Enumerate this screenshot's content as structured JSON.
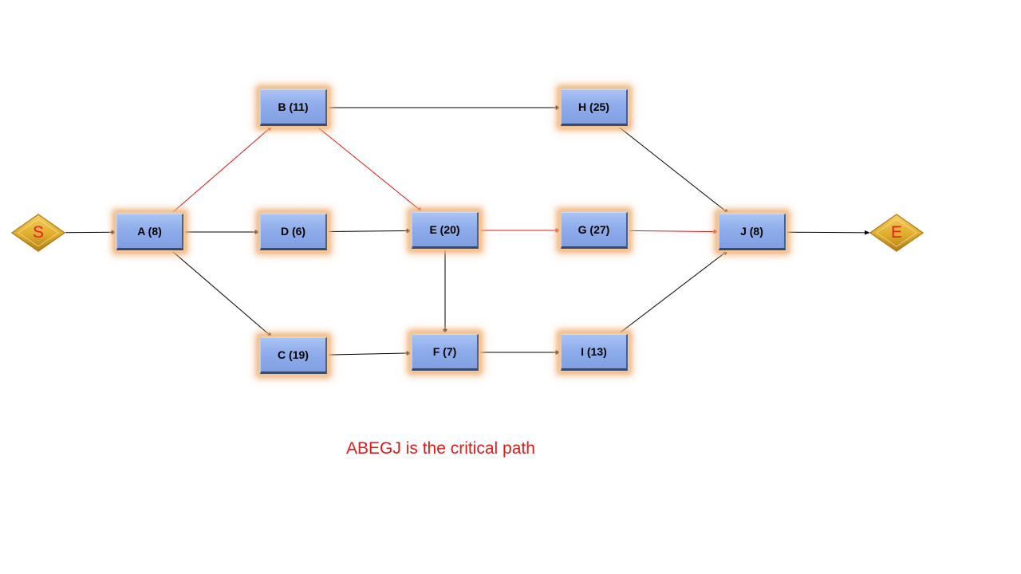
{
  "diagram": {
    "terminals": {
      "start": {
        "label": "S"
      },
      "end": {
        "label": "E"
      }
    },
    "nodes": {
      "A": {
        "label": "A (8)",
        "activity": "A",
        "duration": 8
      },
      "B": {
        "label": "B (11)",
        "activity": "B",
        "duration": 11
      },
      "C": {
        "label": "C (19)",
        "activity": "C",
        "duration": 19
      },
      "D": {
        "label": "D (6)",
        "activity": "D",
        "duration": 6
      },
      "E": {
        "label": "E (20)",
        "activity": "E",
        "duration": 20
      },
      "F": {
        "label": "F (7)",
        "activity": "F",
        "duration": 7
      },
      "G": {
        "label": "G (27)",
        "activity": "G",
        "duration": 27
      },
      "H": {
        "label": "H (25)",
        "activity": "H",
        "duration": 25
      },
      "I": {
        "label": "I (13)",
        "activity": "I",
        "duration": 13
      },
      "J": {
        "label": "J (8)",
        "activity": "J",
        "duration": 8
      }
    },
    "edges": [
      {
        "from": "S",
        "to": "A",
        "critical": false
      },
      {
        "from": "A",
        "to": "B",
        "critical": true
      },
      {
        "from": "A",
        "to": "D",
        "critical": false
      },
      {
        "from": "A",
        "to": "C",
        "critical": false
      },
      {
        "from": "B",
        "to": "H",
        "critical": false
      },
      {
        "from": "B",
        "to": "E",
        "critical": true
      },
      {
        "from": "D",
        "to": "E",
        "critical": false
      },
      {
        "from": "C",
        "to": "F",
        "critical": false
      },
      {
        "from": "E",
        "to": "G",
        "critical": true
      },
      {
        "from": "E",
        "to": "F",
        "critical": false
      },
      {
        "from": "F",
        "to": "I",
        "critical": false
      },
      {
        "from": "H",
        "to": "J",
        "critical": false
      },
      {
        "from": "G",
        "to": "J",
        "critical": true
      },
      {
        "from": "I",
        "to": "J",
        "critical": false
      },
      {
        "from": "J",
        "to": "E_end",
        "critical": false
      }
    ],
    "caption": "ABEGJ is the critical path",
    "colors": {
      "critical": "#e01818",
      "normal": "#000000",
      "node_fill": "#8fadeb",
      "node_glow": "#f0b67e",
      "terminal_fill": "#e0ac2c",
      "terminal_text": "#e8201a"
    }
  }
}
